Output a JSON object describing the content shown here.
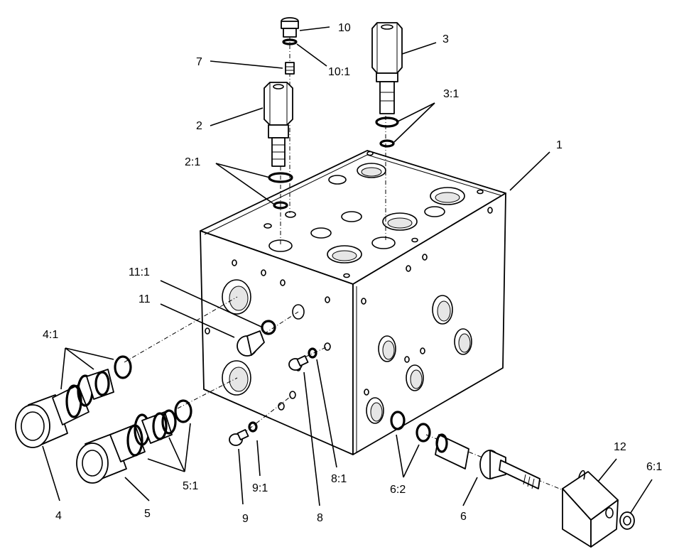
{
  "callouts": {
    "c1": "1",
    "c2": "2",
    "c2_1": "2:1",
    "c3": "3",
    "c3_1": "3:1",
    "c4": "4",
    "c4_1": "4:1",
    "c5": "5",
    "c5_1": "5:1",
    "c6": "6",
    "c6_1": "6:1",
    "c6_2": "6:2",
    "c7": "7",
    "c8": "8",
    "c8_1": "8:1",
    "c9": "9",
    "c9_1": "9:1",
    "c10": "10",
    "c10_1": "10:1",
    "c11": "11",
    "c11_1": "11:1",
    "c12": "12"
  }
}
